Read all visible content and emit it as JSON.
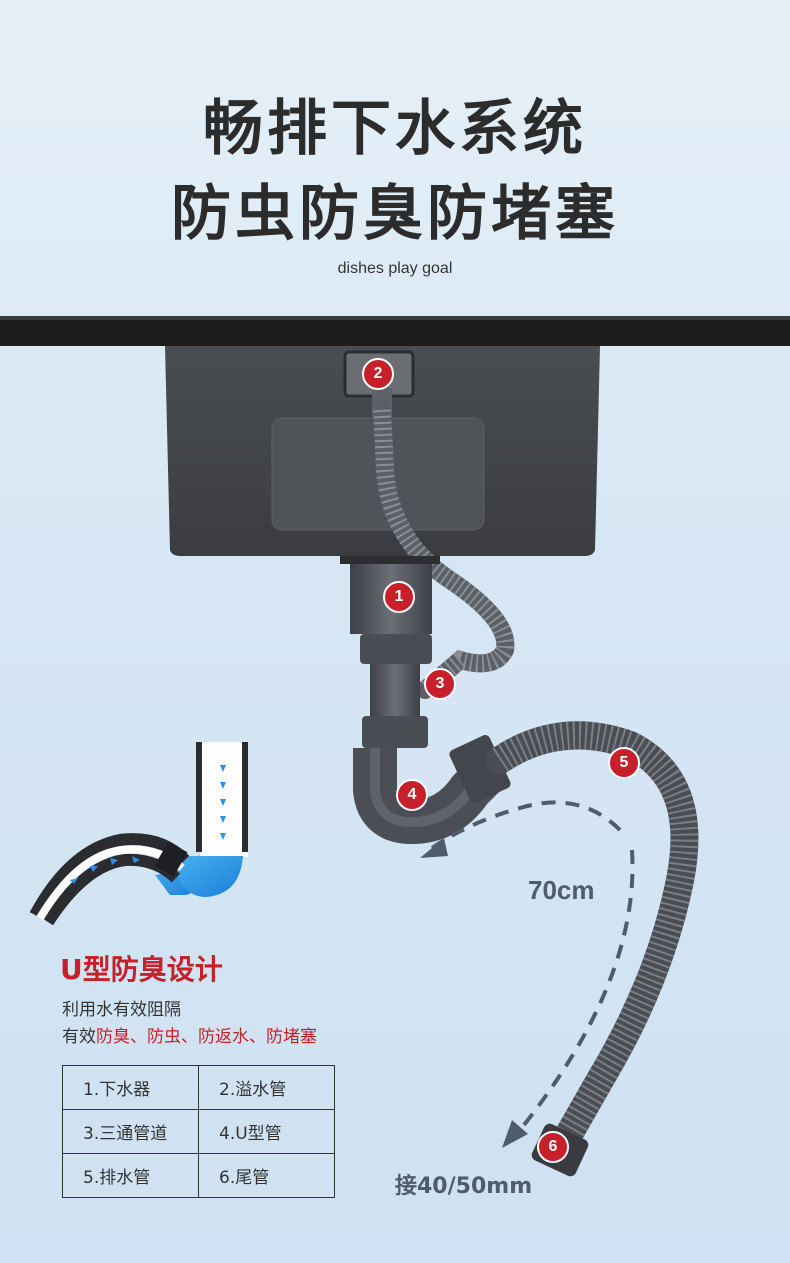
{
  "header": {
    "title_line1": "畅排下水系统",
    "title_line2": "防虫防臭防堵塞",
    "subtitle": "dishes play goal"
  },
  "diagram": {
    "badges": [
      "2",
      "1",
      "3",
      "4",
      "5",
      "6"
    ],
    "length_label": "70cm",
    "connector_label": "接40/50mm"
  },
  "u_trap": {
    "heading": "U型防臭设计",
    "line1": "利用水有效阻隔",
    "line2_prefix": "有效",
    "line2_highlight": "防臭、防虫、防返水、防堵塞"
  },
  "parts_table": [
    [
      "1.下水器",
      "2.溢水管"
    ],
    [
      "3.三通管道",
      "4.U型管"
    ],
    [
      "5.排水管",
      "6.尾管"
    ]
  ],
  "colors": {
    "accent_red": "#c8202a",
    "title_dark": "#2c2c2c",
    "label_blue_gray": "#4e5c6c"
  }
}
